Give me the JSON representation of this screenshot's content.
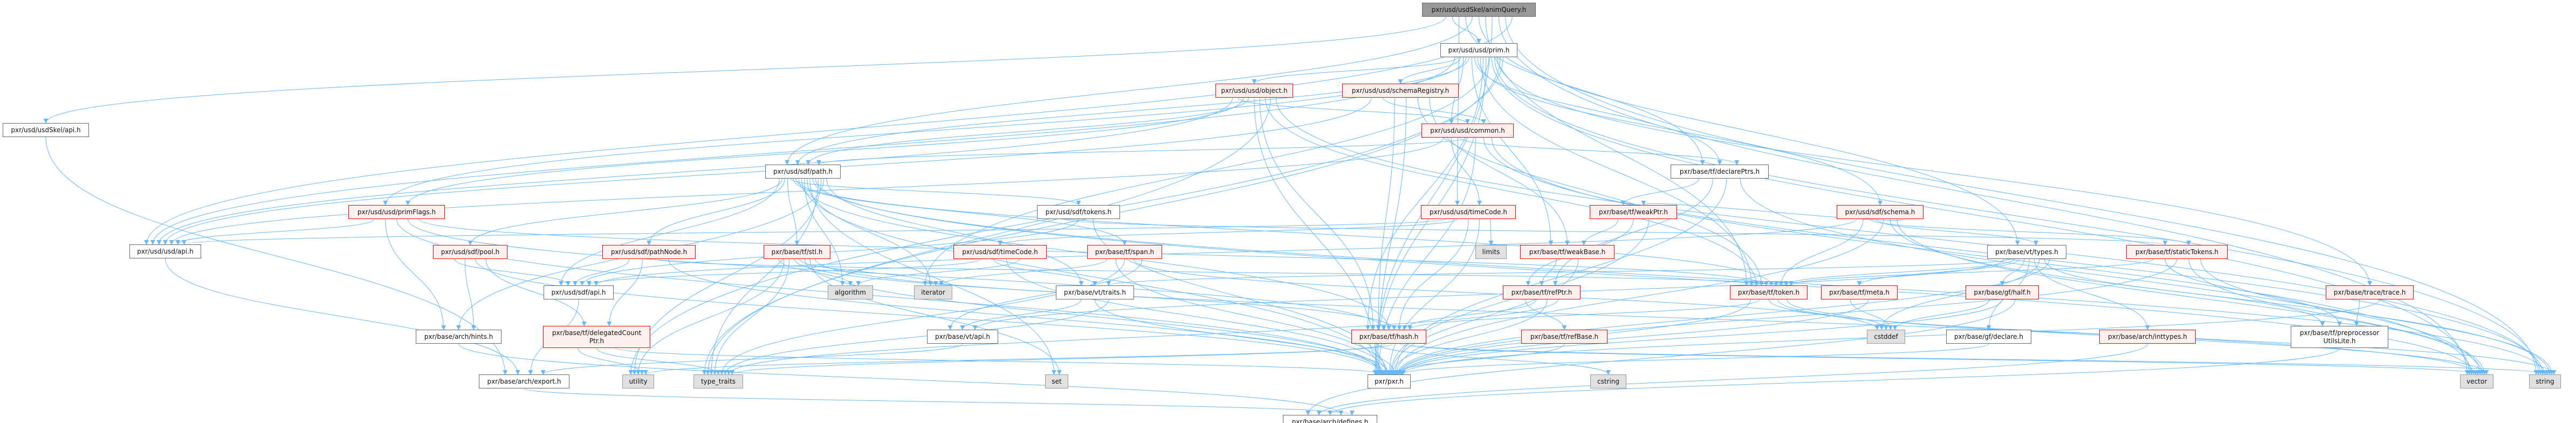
{
  "title": "pxr/usd/usdSkel/animQuery.h",
  "colors": {
    "edge": "#63b8ff",
    "red_border": "#ff0000",
    "red_fill": "#fff0f0",
    "sys_fill": "#e0e0e0",
    "root_fill": "#999999"
  },
  "nodes": [
    {
      "id": "root",
      "label": "pxr/usd/usdSkel/animQuery.h",
      "kind": "root"
    },
    {
      "id": "usdskel_api",
      "label": "pxr/usd/usdSkel/api.h",
      "kind": "normal"
    },
    {
      "id": "prim",
      "label": "pxr/usd/usd/prim.h",
      "kind": "normal"
    },
    {
      "id": "object",
      "label": "pxr/usd/usd/object.h",
      "kind": "red"
    },
    {
      "id": "schemaRegistry",
      "label": "pxr/usd/usd/schemaRegistry.h",
      "kind": "red"
    },
    {
      "id": "common",
      "label": "pxr/usd/usd/common.h",
      "kind": "red"
    },
    {
      "id": "primFlags",
      "label": "pxr/usd/usd/primFlags.h",
      "kind": "red"
    },
    {
      "id": "sdf_path",
      "label": "pxr/usd/sdf/path.h",
      "kind": "normal"
    },
    {
      "id": "usd_api",
      "label": "pxr/usd/usd/api.h",
      "kind": "normal"
    },
    {
      "id": "declarePtrs",
      "label": "pxr/base/tf/declarePtrs.h",
      "kind": "normal"
    },
    {
      "id": "usd_timecode",
      "label": "pxr/usd/usd/timeCode.h",
      "kind": "red"
    },
    {
      "id": "weakPtr",
      "label": "pxr/base/tf/weakPtr.h",
      "kind": "red"
    },
    {
      "id": "sdf_schema",
      "label": "pxr/usd/sdf/schema.h",
      "kind": "red"
    },
    {
      "id": "sdf_tokens",
      "label": "pxr/usd/sdf/tokens.h",
      "kind": "normal"
    },
    {
      "id": "pool",
      "label": "pxr/usd/sdf/pool.h",
      "kind": "red"
    },
    {
      "id": "pathNode",
      "label": "pxr/usd/sdf/pathNode.h",
      "kind": "red"
    },
    {
      "id": "stl",
      "label": "pxr/base/tf/stl.h",
      "kind": "red"
    },
    {
      "id": "sdf_timecode",
      "label": "pxr/usd/sdf/timeCode.h",
      "kind": "red"
    },
    {
      "id": "span",
      "label": "pxr/base/tf/span.h",
      "kind": "red"
    },
    {
      "id": "limits",
      "label": "limits",
      "kind": "sys"
    },
    {
      "id": "weakBase",
      "label": "pxr/base/tf/weakBase.h",
      "kind": "red"
    },
    {
      "id": "vt_types",
      "label": "pxr/base/vt/types.h",
      "kind": "normal"
    },
    {
      "id": "staticTokens",
      "label": "pxr/base/tf/staticTokens.h",
      "kind": "red"
    },
    {
      "id": "sdf_api",
      "label": "pxr/usd/sdf/api.h",
      "kind": "normal"
    },
    {
      "id": "algorithm",
      "label": "algorithm",
      "kind": "sys"
    },
    {
      "id": "iterator",
      "label": "iterator",
      "kind": "sys"
    },
    {
      "id": "vt_traits",
      "label": "pxr/base/vt/traits.h",
      "kind": "normal"
    },
    {
      "id": "refPtr",
      "label": "pxr/base/tf/refPtr.h",
      "kind": "red"
    },
    {
      "id": "token",
      "label": "pxr/base/tf/token.h",
      "kind": "red"
    },
    {
      "id": "meta",
      "label": "pxr/base/tf/meta.h",
      "kind": "red"
    },
    {
      "id": "half",
      "label": "pxr/base/gf/half.h",
      "kind": "red"
    },
    {
      "id": "trace",
      "label": "pxr/base/trace/trace.h",
      "kind": "red"
    },
    {
      "id": "hints",
      "label": "pxr/base/arch/hints.h",
      "kind": "normal"
    },
    {
      "id": "delegated",
      "label": "pxr/base/tf/delegatedCount\nPtr.h",
      "kind": "red"
    },
    {
      "id": "vt_api",
      "label": "pxr/base/vt/api.h",
      "kind": "normal"
    },
    {
      "id": "hash",
      "label": "pxr/base/tf/hash.h",
      "kind": "red"
    },
    {
      "id": "refBase",
      "label": "pxr/base/tf/refBase.h",
      "kind": "red"
    },
    {
      "id": "cstddef",
      "label": "cstddef",
      "kind": "sys"
    },
    {
      "id": "gf_declare",
      "label": "pxr/base/gf/declare.h",
      "kind": "normal"
    },
    {
      "id": "inttypes",
      "label": "pxr/base/arch/inttypes.h",
      "kind": "red"
    },
    {
      "id": "preproc",
      "label": "pxr/base/tf/preprocessor\nUtilsLite.h",
      "kind": "normal"
    },
    {
      "id": "export",
      "label": "pxr/base/arch/export.h",
      "kind": "normal"
    },
    {
      "id": "utility",
      "label": "utility",
      "kind": "sys"
    },
    {
      "id": "type_traits",
      "label": "type_traits",
      "kind": "sys"
    },
    {
      "id": "set",
      "label": "set",
      "kind": "sys"
    },
    {
      "id": "pxr",
      "label": "pxr/pxr.h",
      "kind": "normal"
    },
    {
      "id": "cstring",
      "label": "cstring",
      "kind": "sys"
    },
    {
      "id": "vector",
      "label": "vector",
      "kind": "sys"
    },
    {
      "id": "string",
      "label": "string",
      "kind": "sys"
    },
    {
      "id": "defines",
      "label": "pxr/base/arch/defines.h",
      "kind": "normal"
    }
  ],
  "edges": [
    [
      "root",
      "usdskel_api"
    ],
    [
      "root",
      "prim"
    ],
    [
      "root",
      "usd_timecode"
    ],
    [
      "root",
      "declarePtrs"
    ],
    [
      "root",
      "sdf_path"
    ],
    [
      "root",
      "vt_types"
    ],
    [
      "root",
      "token"
    ],
    [
      "root",
      "pxr"
    ],
    [
      "root",
      "vector"
    ],
    [
      "root",
      "string"
    ],
    [
      "root",
      "usd_api"
    ],
    [
      "usdskel_api",
      "export"
    ],
    [
      "usd_api",
      "export"
    ],
    [
      "prim",
      "usd_api"
    ],
    [
      "prim",
      "object"
    ],
    [
      "prim",
      "schemaRegistry"
    ],
    [
      "prim",
      "common"
    ],
    [
      "prim",
      "primFlags"
    ],
    [
      "prim",
      "sdf_path"
    ],
    [
      "prim",
      "weakBase"
    ],
    [
      "prim",
      "declarePtrs"
    ],
    [
      "prim",
      "sdf_schema"
    ],
    [
      "prim",
      "token"
    ],
    [
      "prim",
      "hash"
    ],
    [
      "prim",
      "pxr"
    ],
    [
      "prim",
      "iterator"
    ],
    [
      "prim",
      "vector"
    ],
    [
      "prim",
      "string"
    ],
    [
      "prim",
      "trace"
    ],
    [
      "prim",
      "type_traits"
    ],
    [
      "prim",
      "utility"
    ],
    [
      "object",
      "usd_api"
    ],
    [
      "object",
      "common"
    ],
    [
      "object",
      "primFlags"
    ],
    [
      "object",
      "sdf_path"
    ],
    [
      "object",
      "pxr"
    ],
    [
      "object",
      "hash"
    ],
    [
      "object",
      "token"
    ],
    [
      "object",
      "type_traits"
    ],
    [
      "object",
      "string"
    ],
    [
      "schemaRegistry",
      "usd_api"
    ],
    [
      "schemaRegistry",
      "common"
    ],
    [
      "schemaRegistry",
      "hash"
    ],
    [
      "schemaRegistry",
      "pxr"
    ],
    [
      "schemaRegistry",
      "token"
    ],
    [
      "schemaRegistry",
      "weakBase"
    ],
    [
      "common",
      "usd_api"
    ],
    [
      "common",
      "usd_timecode"
    ],
    [
      "common",
      "declarePtrs"
    ],
    [
      "common",
      "sdf_path"
    ],
    [
      "common",
      "pxr"
    ],
    [
      "common",
      "string"
    ],
    [
      "common",
      "vector"
    ],
    [
      "primFlags",
      "usd_api"
    ],
    [
      "primFlags",
      "hints"
    ],
    [
      "primFlags",
      "pxr"
    ],
    [
      "primFlags",
      "hash"
    ],
    [
      "primFlags",
      "token"
    ],
    [
      "sdf_path",
      "sdf_api"
    ],
    [
      "sdf_path",
      "pool"
    ],
    [
      "sdf_path",
      "pathNode"
    ],
    [
      "sdf_path",
      "stl"
    ],
    [
      "sdf_path",
      "sdf_tokens"
    ],
    [
      "sdf_path",
      "span"
    ],
    [
      "sdf_path",
      "token"
    ],
    [
      "sdf_path",
      "hash"
    ],
    [
      "sdf_path",
      "pxr"
    ],
    [
      "sdf_path",
      "algorithm"
    ],
    [
      "sdf_path",
      "iterator"
    ],
    [
      "sdf_path",
      "set"
    ],
    [
      "sdf_path",
      "string"
    ],
    [
      "sdf_path",
      "vector"
    ],
    [
      "sdf_path",
      "type_traits"
    ],
    [
      "sdf_path",
      "utility"
    ],
    [
      "sdf_path",
      "hints"
    ],
    [
      "sdf_path",
      "vt_traits"
    ],
    [
      "pool",
      "sdf_api"
    ],
    [
      "pool",
      "hints"
    ],
    [
      "pool",
      "pxr"
    ],
    [
      "pool",
      "delegated"
    ],
    [
      "pathNode",
      "sdf_api"
    ],
    [
      "pathNode",
      "delegated"
    ],
    [
      "pathNode",
      "token"
    ],
    [
      "pathNode",
      "pxr"
    ],
    [
      "stl",
      "algorithm"
    ],
    [
      "stl",
      "utility"
    ],
    [
      "stl",
      "type_traits"
    ],
    [
      "stl",
      "hash"
    ],
    [
      "stl",
      "iterator"
    ],
    [
      "stl",
      "pxr"
    ],
    [
      "stl",
      "set"
    ],
    [
      "stl",
      "vector"
    ],
    [
      "delegated",
      "utility"
    ],
    [
      "delegated",
      "type_traits"
    ],
    [
      "delegated",
      "pxr"
    ],
    [
      "sdf_api",
      "export"
    ],
    [
      "sdf_tokens",
      "staticTokens"
    ],
    [
      "sdf_tokens",
      "sdf_api"
    ],
    [
      "sdf_tokens",
      "pxr"
    ],
    [
      "sdf_timecode",
      "sdf_api"
    ],
    [
      "sdf_timecode",
      "vt_traits"
    ],
    [
      "sdf_timecode",
      "pxr"
    ],
    [
      "sdf_timecode",
      "algorithm"
    ],
    [
      "span",
      "iterator"
    ],
    [
      "span",
      "pxr"
    ],
    [
      "span",
      "type_traits"
    ],
    [
      "span",
      "cstddef"
    ],
    [
      "span",
      "vt_api"
    ],
    [
      "vt_traits",
      "vt_api"
    ],
    [
      "vt_traits",
      "pxr"
    ],
    [
      "vt_traits",
      "type_traits"
    ],
    [
      "vt_api",
      "export"
    ],
    [
      "usd_timecode",
      "usd_api"
    ],
    [
      "usd_timecode",
      "sdf_timecode"
    ],
    [
      "usd_timecode",
      "hash"
    ],
    [
      "usd_timecode",
      "pxr"
    ],
    [
      "usd_timecode",
      "limits"
    ],
    [
      "weakPtr",
      "weakBase"
    ],
    [
      "weakPtr",
      "refPtr"
    ],
    [
      "weakPtr",
      "pxr"
    ],
    [
      "weakBase",
      "refPtr"
    ],
    [
      "weakBase",
      "pxr"
    ],
    [
      "refPtr",
      "refBase"
    ],
    [
      "refPtr",
      "hash"
    ],
    [
      "refPtr",
      "pxr"
    ],
    [
      "refPtr",
      "type_traits"
    ],
    [
      "refBase",
      "pxr"
    ],
    [
      "hash",
      "pxr"
    ],
    [
      "hash",
      "cstring"
    ],
    [
      "hash",
      "type_traits"
    ],
    [
      "hash",
      "utility"
    ],
    [
      "hash",
      "vector"
    ],
    [
      "hash",
      "string"
    ],
    [
      "declarePtrs",
      "weakPtr"
    ],
    [
      "declarePtrs",
      "refPtr"
    ],
    [
      "declarePtrs",
      "pxr"
    ],
    [
      "declarePtrs",
      "vector"
    ],
    [
      "sdf_schema",
      "sdf_api"
    ],
    [
      "sdf_schema",
      "token"
    ],
    [
      "sdf_schema",
      "staticTokens"
    ],
    [
      "sdf_schema",
      "vt_types"
    ],
    [
      "sdf_schema",
      "pxr"
    ],
    [
      "sdf_schema",
      "string"
    ],
    [
      "sdf_schema",
      "vector"
    ],
    [
      "sdf_schema",
      "weakPtr"
    ],
    [
      "vt_types",
      "vt_api"
    ],
    [
      "vt_types",
      "vt_traits"
    ],
    [
      "vt_types",
      "token"
    ],
    [
      "vt_types",
      "meta"
    ],
    [
      "vt_types",
      "half"
    ],
    [
      "vt_types",
      "gf_declare"
    ],
    [
      "vt_types",
      "inttypes"
    ],
    [
      "vt_types",
      "cstddef"
    ],
    [
      "vt_types",
      "preproc"
    ],
    [
      "vt_types",
      "pxr"
    ],
    [
      "staticTokens",
      "token"
    ],
    [
      "staticTokens",
      "preproc"
    ],
    [
      "staticTokens",
      "pxr"
    ],
    [
      "staticTokens",
      "vector"
    ],
    [
      "staticTokens",
      "string"
    ],
    [
      "token",
      "pxr"
    ],
    [
      "token",
      "hash"
    ],
    [
      "token",
      "string"
    ],
    [
      "token",
      "vector"
    ],
    [
      "token",
      "cstddef"
    ],
    [
      "meta",
      "cstddef"
    ],
    [
      "meta",
      "pxr"
    ],
    [
      "half",
      "cstddef"
    ],
    [
      "half",
      "pxr"
    ],
    [
      "half",
      "defines"
    ],
    [
      "gf_declare",
      "pxr"
    ],
    [
      "inttypes",
      "defines"
    ],
    [
      "trace",
      "preproc"
    ],
    [
      "trace",
      "pxr"
    ],
    [
      "preproc",
      "defines"
    ],
    [
      "hints",
      "defines"
    ],
    [
      "export",
      "defines"
    ]
  ]
}
